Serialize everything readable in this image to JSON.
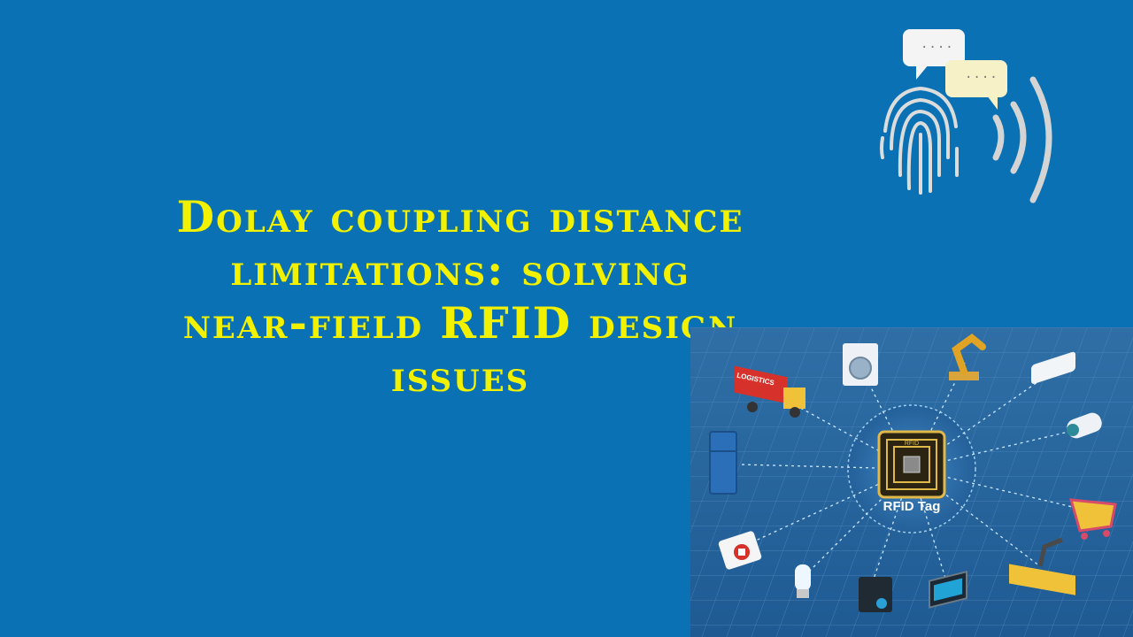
{
  "slide": {
    "title_lines": [
      "Dolay coupling distance",
      "limitations: solving",
      "near-field RFID design",
      "issues"
    ],
    "title_color": "#f2f200",
    "background_color": "#0a72b4"
  },
  "graphic": {
    "tag_label": "RFID Tag",
    "chip_label": "RFID",
    "truck_label": "LOGISTICS",
    "bubble_dots": "....",
    "icons": [
      "fingerprint-icon",
      "chat-bubble-icon",
      "signal-waves-icon",
      "truck-icon",
      "washing-machine-icon",
      "robot-arm-icon",
      "air-conditioner-icon",
      "security-camera-icon",
      "refrigerator-icon",
      "shopping-cart-icon",
      "first-aid-kit-icon",
      "light-bulb-icon",
      "coffee-machine-icon",
      "monitor-icon",
      "assembly-line-icon",
      "rfid-chip-icon"
    ]
  }
}
